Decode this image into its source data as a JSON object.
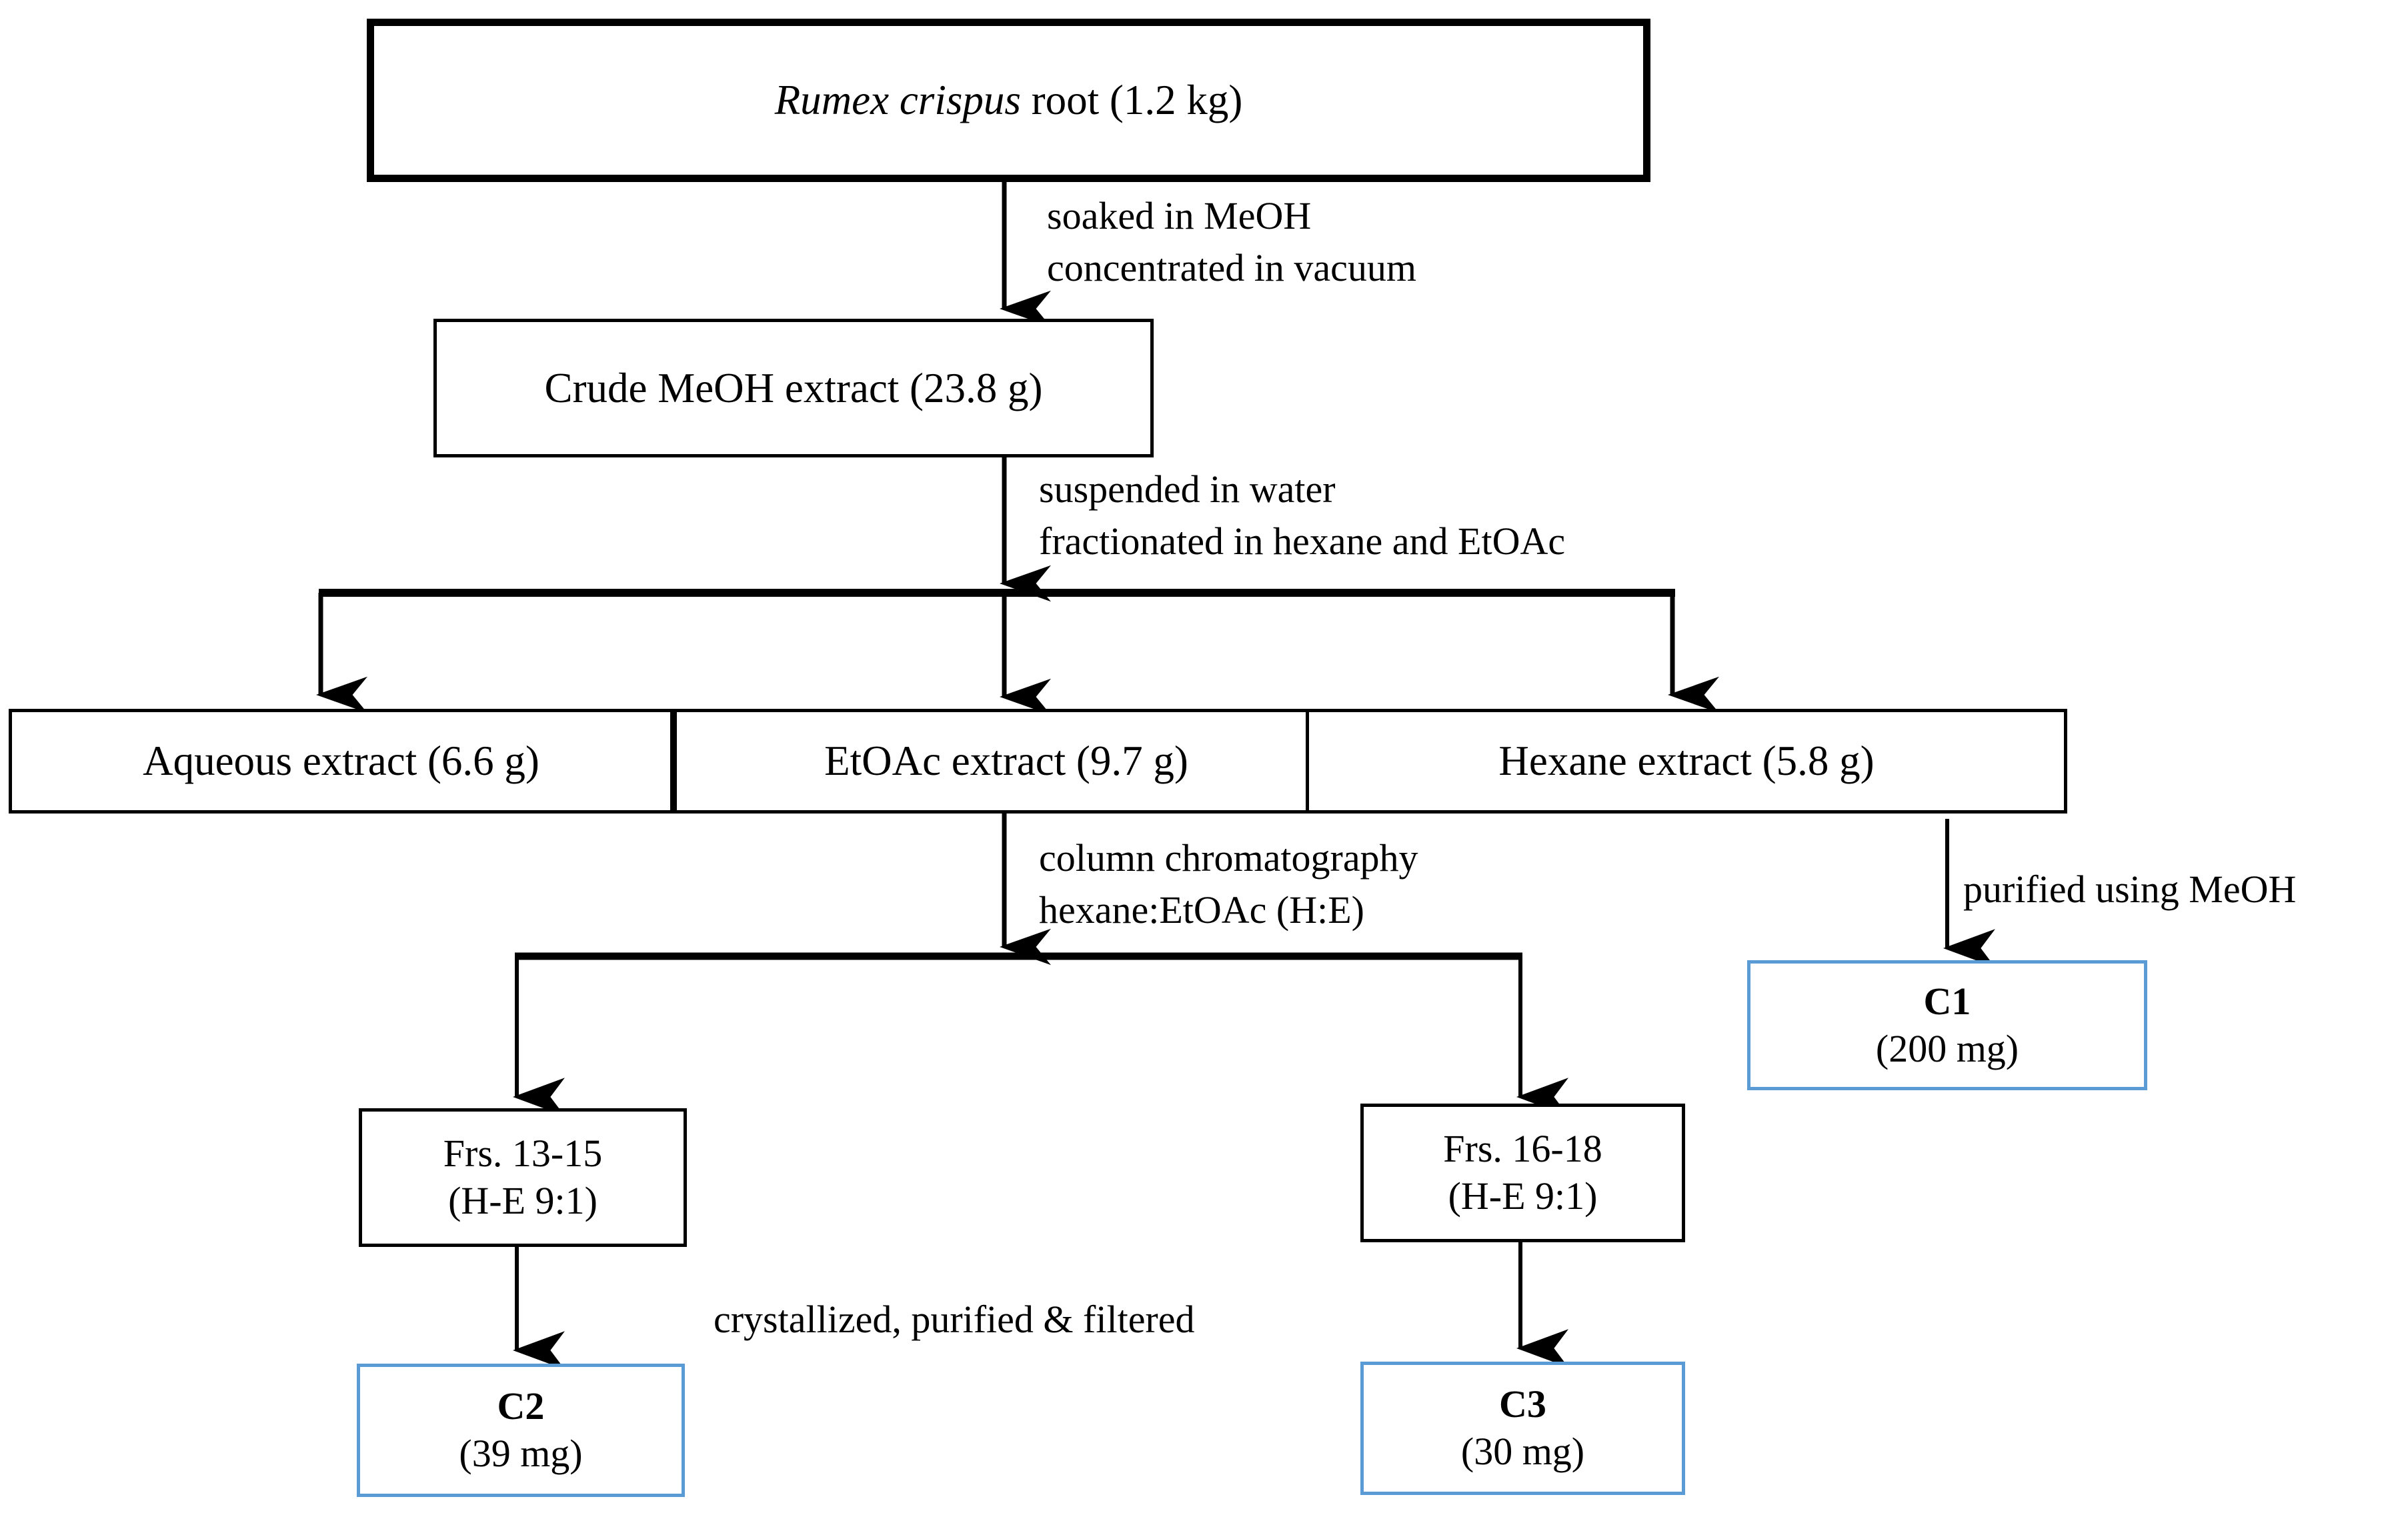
{
  "diagram": {
    "title": "Isolation scheme of compounds from Rumex crispus root",
    "type": "flowchart",
    "colors": {
      "box_border_black": "#000000",
      "box_border_blue": "#5B9BD5",
      "background": "#FFFFFF",
      "text": "#000000"
    },
    "nodes": [
      {
        "id": "root",
        "lines": [
          "Rumex crispus root (1.2 kg)"
        ],
        "species_italic": "Rumex crispus",
        "rest": " root (1.2 kg)",
        "border": "thick-black"
      },
      {
        "id": "crude",
        "lines": [
          "Crude MeOH extract (23.8 g)"
        ],
        "border": "thin-black"
      },
      {
        "id": "aqueous",
        "lines": [
          "Aqueous extract (6.6 g)"
        ],
        "border": "thin-black"
      },
      {
        "id": "etoac",
        "lines": [
          "EtOAc extract (9.7 g)"
        ],
        "border": "thin-black"
      },
      {
        "id": "hexane",
        "lines": [
          "Hexane extract (5.8 g)"
        ],
        "border": "thin-black"
      },
      {
        "id": "c1",
        "lines": [
          "C1",
          "(200 mg)"
        ],
        "border": "blue"
      },
      {
        "id": "frs1315",
        "lines": [
          "Frs. 13-15",
          "(H-E 9:1)"
        ],
        "border": "thin-black"
      },
      {
        "id": "frs1618",
        "lines": [
          "Frs. 16-18",
          "(H-E 9:1)"
        ],
        "border": "thin-black"
      },
      {
        "id": "c2",
        "lines": [
          "C2",
          "(39 mg)"
        ],
        "border": "blue"
      },
      {
        "id": "c3",
        "lines": [
          "C3",
          "(30 mg)"
        ],
        "border": "blue"
      }
    ],
    "edge_labels": [
      {
        "id": "label-soak",
        "lines": [
          "soaked in MeOH",
          "concentrated in vacuum"
        ]
      },
      {
        "id": "label-fractionate",
        "lines": [
          "suspended in water",
          "fractionated in hexane and EtOAc"
        ]
      },
      {
        "id": "label-column",
        "lines": [
          "column chromatography",
          "hexane:EtOAc (H:E)"
        ]
      },
      {
        "id": "label-purified",
        "lines": [
          "purified using MeOH"
        ]
      },
      {
        "id": "label-crystallized",
        "lines": [
          "crystallized, purified & filtered"
        ]
      }
    ]
  },
  "nodes": {
    "root": {
      "species": "Rumex crispus",
      "rest": " root (1.2 kg)"
    },
    "crude": {
      "line1": "Crude MeOH extract (23.8 g)"
    },
    "aqueous": {
      "line1": "Aqueous extract (6.6 g)"
    },
    "etoac": {
      "line1": "EtOAc extract (9.7 g)"
    },
    "hexane": {
      "line1": "Hexane extract (5.8 g)"
    },
    "c1": {
      "line1": "C1",
      "line2": "(200 mg)"
    },
    "frs1315": {
      "line1": "Frs. 13-15",
      "line2": "(H-E 9:1)"
    },
    "frs1618": {
      "line1": "Frs. 16-18",
      "line2": "(H-E 9:1)"
    },
    "c2": {
      "line1": "C2",
      "line2": "(39 mg)"
    },
    "c3": {
      "line1": "C3",
      "line2": "(30 mg)"
    }
  },
  "labels": {
    "soak": {
      "line1": "soaked in MeOH",
      "line2": "concentrated in vacuum"
    },
    "fractionate": {
      "line1": "suspended in water",
      "line2": "fractionated in hexane and EtOAc"
    },
    "column": {
      "line1": "column chromatography",
      "line2": "hexane:EtOAc (H:E)"
    },
    "purified": {
      "line1": "purified using MeOH"
    },
    "crystallized": {
      "line1": "crystallized, purified & filtered"
    }
  }
}
